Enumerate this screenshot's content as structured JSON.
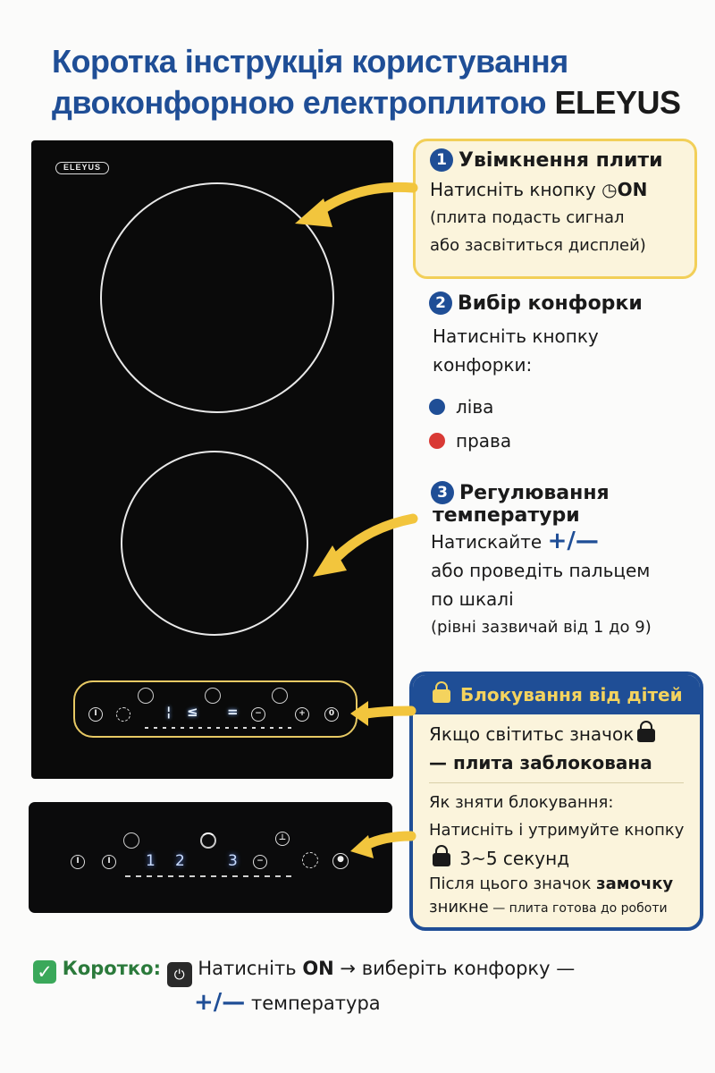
{
  "title": {
    "line1": "Коротка інструкція користування",
    "line2": "двоконфорною електроплитою ",
    "brand": "ELEYUS"
  },
  "cooktop": {
    "logo": "ELEYUS",
    "panel1_keys": [
      "I",
      "+",
      "0"
    ],
    "panel2_digits": [
      "1",
      "2",
      "3"
    ]
  },
  "step1": {
    "num": "1",
    "heading": "Увімкнення плити",
    "line1": "Натисніть кнопку ",
    "on": "ON",
    "line2": "(плита подасть сигнал",
    "line3": "або засвітиться дисплей)"
  },
  "step2": {
    "num": "2",
    "heading": "Вибір конфорки",
    "line1": "Натисніть кнопку",
    "line2": "конфорки:",
    "options": [
      {
        "label": "ліва",
        "color": "#1f4e96"
      },
      {
        "label": "права",
        "color": "#d93a35"
      }
    ]
  },
  "step3": {
    "num": "3",
    "heading1": "Регулювання",
    "heading2": "температури",
    "line1": "Натискайте ",
    "plusminus": "+/—",
    "line2": "або проведіть пальцем",
    "line3": "по шкалі",
    "line4": "(рівні зазвичай від 1 до 9)"
  },
  "lock": {
    "heading": "Блокування від дітей",
    "line1": "Якщо світитьс значок",
    "line2": "— плита заблокована",
    "how": "Як зняти блокування:",
    "line3": "Натисніть і утримуйте кнопку",
    "duration": "3~5 секунд",
    "line4a": "Після цього значок ",
    "line4b": "замочку",
    "line5a": "зникне",
    "line5b": " — плита готова до роботи"
  },
  "summary": {
    "label": "Коротко:",
    "text1": " Натисніть ",
    "on": "ON",
    "text2": " → виберіть конфорку —",
    "plusminus": "+/—",
    "text3": " температура"
  },
  "colors": {
    "accent_blue": "#1f4e96",
    "arrow_yellow": "#f2c53d",
    "card_bg": "#fbf4dc"
  }
}
